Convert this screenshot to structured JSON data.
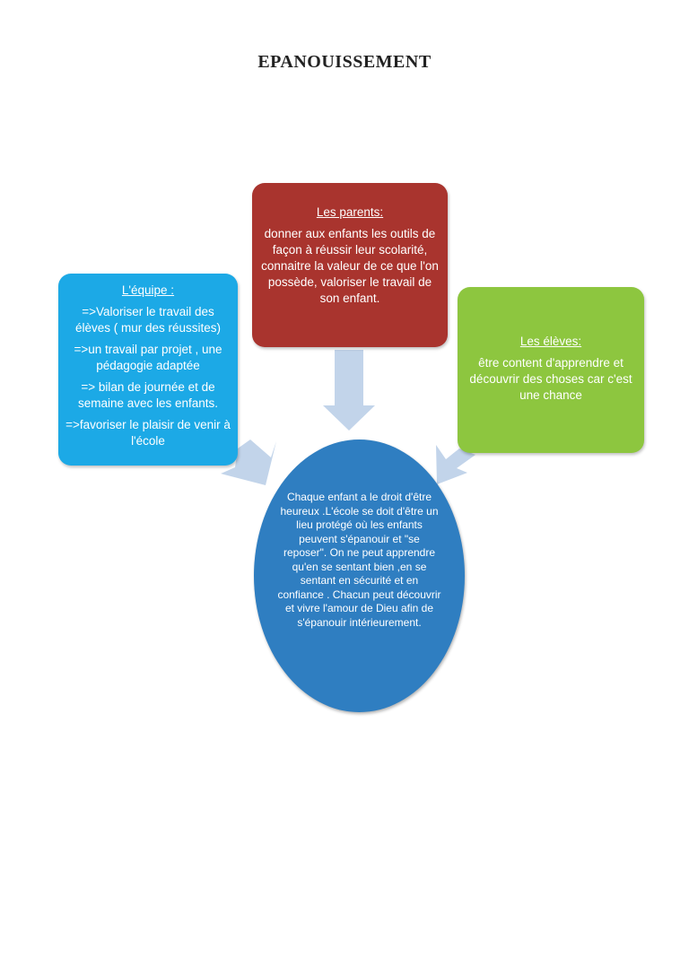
{
  "title": "EPANOUISSEMENT",
  "colors": {
    "parents": "#a9342e",
    "team": "#1ca9e6",
    "students": "#8dc63f",
    "center": "#2f7ec1",
    "arrow": "#c2d4ea"
  },
  "nodes": {
    "parents": {
      "heading": "Les parents:",
      "text": "donner aux enfants les outils de façon à réussir leur scolarité, connaitre la valeur de ce que l'on possède, valoriser le travail de son enfant."
    },
    "team": {
      "heading": "L'équipe :",
      "items": [
        "=>Valoriser le travail des élèves ( mur des réussites)",
        "=>un travail par projet , une pédagogie adaptée",
        "=> bilan de journée et de semaine avec les enfants.",
        "=>favoriser le plaisir de venir à l'école"
      ]
    },
    "students": {
      "heading": "Les élèves:",
      "text": "être content d'apprendre et découvrir des choses car c'est une chance"
    },
    "center": {
      "text": "Chaque enfant a le droit d'être heureux .L'école se doit d'être un lieu protégé où les enfants peuvent s'épanouir et \"se reposer\". On ne peut apprendre qu'en se sentant bien ,en se sentant en sécurité et en confiance . Chacun peut découvrir et vivre l'amour de Dieu afin de s'épanouir intérieurement."
    }
  },
  "edges": [
    {
      "from": "parents",
      "to": "center"
    },
    {
      "from": "team",
      "to": "center"
    },
    {
      "from": "students",
      "to": "center"
    }
  ]
}
